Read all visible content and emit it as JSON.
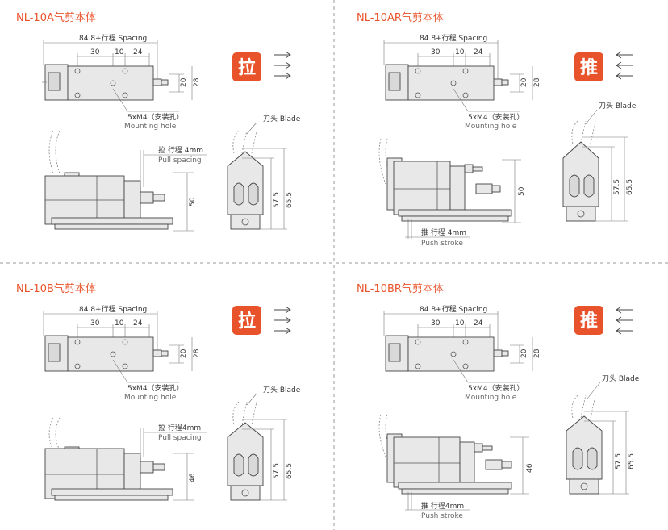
{
  "panels": [
    {
      "title": "NL-10A气剪本体",
      "spacing_label": "84.8+行程 Spacing",
      "dims_top": [
        "30",
        "10",
        "24"
      ],
      "dims_right": [
        "20",
        "28"
      ],
      "hole_label": "5xM4（安装孔）",
      "hole_label_en": "Mounting hole",
      "badge": "拉",
      "arrow_dir": "right",
      "stroke_label": "拉 行程 4mm",
      "stroke_label_en": "Pull spacing",
      "height_dim": "50",
      "blade_label": "刀头 Blade",
      "blade_dims": [
        "57.5",
        "65.5"
      ]
    },
    {
      "title": "NL-10AR气剪本体",
      "spacing_label": "84.8+行程 Spacing",
      "dims_top": [
        "30",
        "10",
        "24"
      ],
      "dims_right": [
        "20",
        "28"
      ],
      "hole_label": "5xM4（安装孔）",
      "hole_label_en": "Mounting hole",
      "badge": "推",
      "arrow_dir": "left",
      "stroke_label": "推 行程 4mm",
      "stroke_label_en": "Push stroke",
      "height_dim": "50",
      "blade_label": "刀头 Blade",
      "blade_dims": [
        "57.5",
        "65.5"
      ]
    },
    {
      "title": "NL-10B气剪本体",
      "spacing_label": "84.8+行程 Spacing",
      "dims_top": [
        "30",
        "10",
        "24"
      ],
      "dims_right": [
        "20",
        "28"
      ],
      "hole_label": "5xM4（安装孔）",
      "hole_label_en": "Mounting hole",
      "badge": "拉",
      "arrow_dir": "right",
      "stroke_label": "拉 行程4mm",
      "stroke_label_en": "Pull spacing",
      "height_dim": "46",
      "blade_label": "刀头 Blade",
      "blade_dims": [
        "57.5",
        "65.5"
      ]
    },
    {
      "title": "NL-10BR气剪本体",
      "spacing_label": "84.8+行程 Spacing",
      "dims_top": [
        "30",
        "10",
        "24"
      ],
      "dims_right": [
        "20",
        "28"
      ],
      "hole_label": "5xM4（安装孔）",
      "hole_label_en": "Mounting hole",
      "badge": "推",
      "arrow_dir": "left",
      "stroke_label": "推 行程4mm",
      "stroke_label_en": "Push stroke",
      "height_dim": "46",
      "blade_label": "刀头 Blade",
      "blade_dims": [
        "57.5",
        "65.5"
      ]
    }
  ],
  "colors": {
    "accent": "#e9532b",
    "line": "#444444",
    "separator": "#999999"
  }
}
